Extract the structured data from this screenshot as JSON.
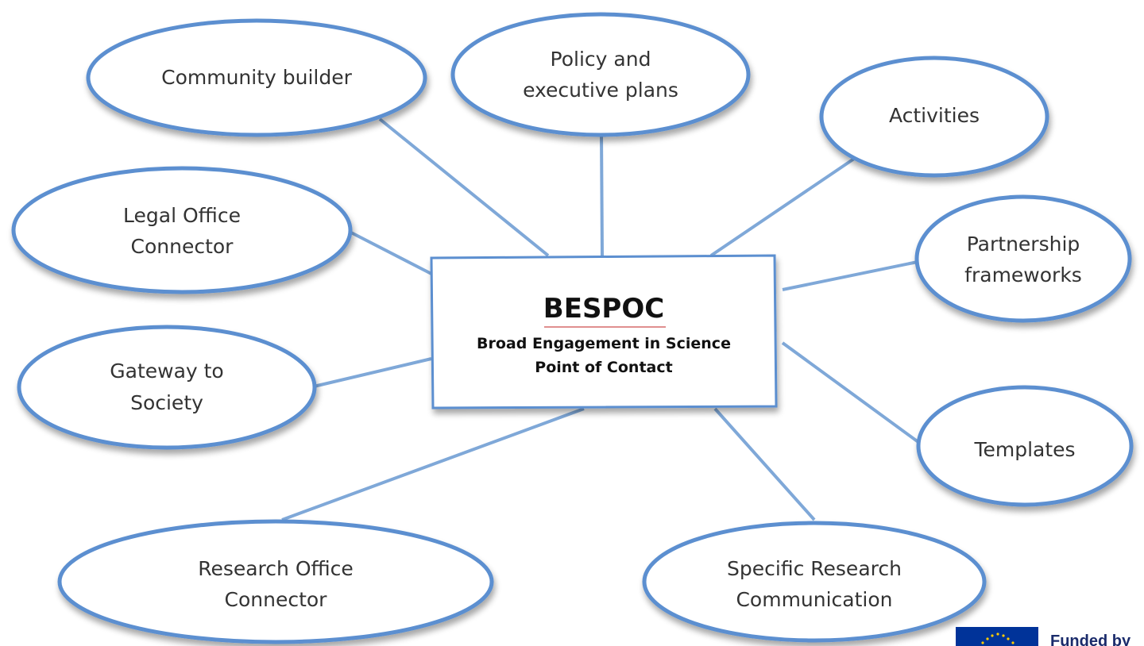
{
  "colors": {
    "ellipse_stroke": "#5b8fd0",
    "ellipse_shadow": "#b8c8dc",
    "connector": "#7fa8d8",
    "text": "#333333",
    "center_text": "#111111",
    "underline": "#d66a6a",
    "eu_blue": "#003399",
    "eu_star": "#ffcc00"
  },
  "center": {
    "title": "BESPOC",
    "subtitle_line1": "Broad Engagement in Science",
    "subtitle_line2": "Point of Contact"
  },
  "nodes": {
    "community": {
      "line1": "Community builder"
    },
    "policy": {
      "line1": "Policy and",
      "line2": "executive plans"
    },
    "activities": {
      "line1": "Activities"
    },
    "legal": {
      "line1": "Legal Office",
      "line2": "Connector"
    },
    "partnership": {
      "line1": "Partnership",
      "line2": "frameworks"
    },
    "gateway": {
      "line1": "Gateway to",
      "line2": "Society"
    },
    "templates": {
      "line1": "Templates"
    },
    "research": {
      "line1": "Research Office",
      "line2": "Connector"
    },
    "specific": {
      "line1": "Specific Research",
      "line2": "Communication"
    }
  },
  "footer": {
    "funded_text": "Funded by",
    "eu_flag_icon": "eu-flag-icon"
  }
}
